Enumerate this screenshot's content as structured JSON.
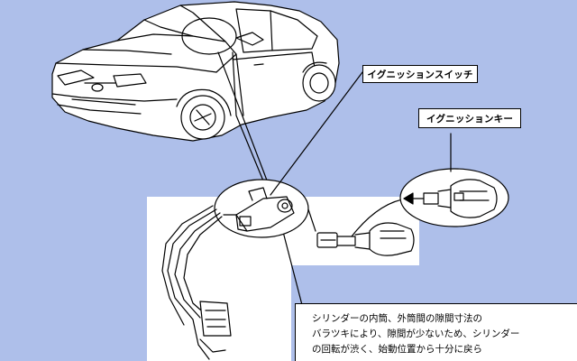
{
  "labels": {
    "ignition_switch": "イグニッションスイッチ",
    "ignition_key": "イグニッションキー"
  },
  "note": {
    "lines": [
      "シリンダーの内筒、外筒間の隙間寸法の",
      "バラツキにより、隙間が少ないため、シリンダー",
      "の回転が渋く、始動位置から十分に戻ら"
    ]
  },
  "colors": {
    "background": "#aebfea",
    "panel": "#ffffff",
    "line": "#000000"
  }
}
